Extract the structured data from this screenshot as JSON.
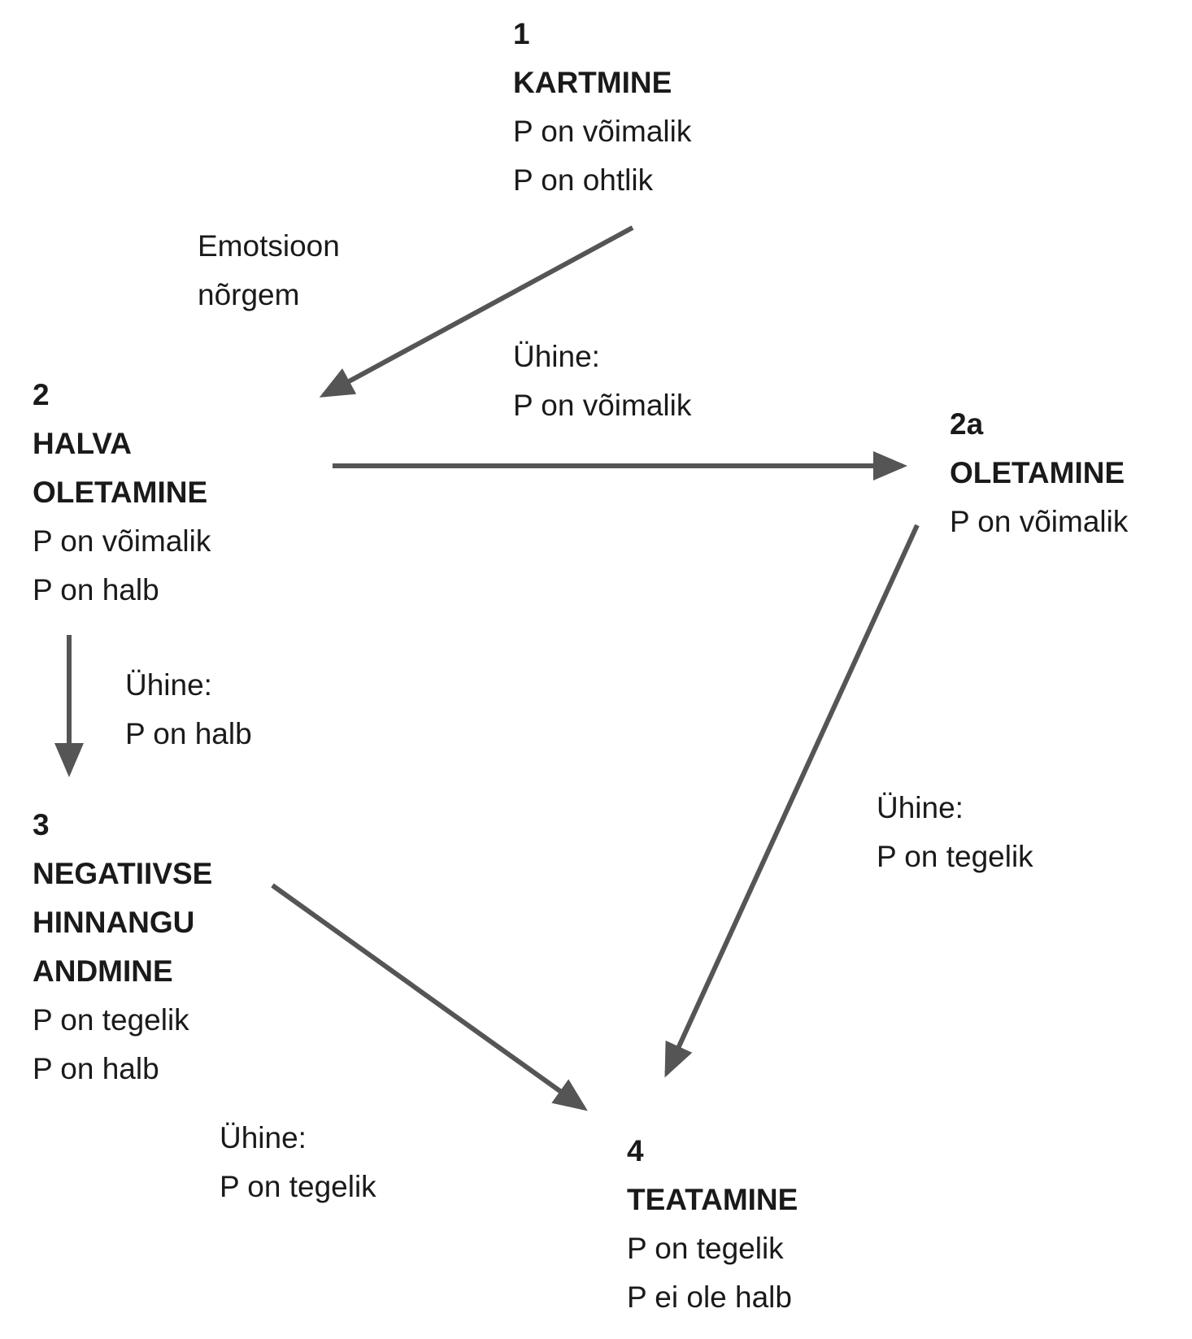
{
  "nodes": {
    "n1": {
      "number": "1",
      "title": [
        "KARTMINE"
      ],
      "lines": [
        "P on võimalik",
        "P on ohtlik"
      ]
    },
    "n2": {
      "number": "2",
      "title": [
        "HALVA",
        "OLETAMINE"
      ],
      "lines": [
        "P on võimalik",
        "P on halb"
      ]
    },
    "n2a": {
      "number": "2a",
      "title": [
        "OLETAMINE"
      ],
      "lines": [
        "P on võimalik"
      ]
    },
    "n3": {
      "number": "3",
      "title": [
        "NEGATIIVSE",
        "HINNANGU",
        "ANDMINE"
      ],
      "lines": [
        "P on tegelik",
        "P on halb"
      ]
    },
    "n4": {
      "number": "4",
      "title": [
        "TEATAMINE"
      ],
      "lines": [
        "P on tegelik",
        "P ei ole halb"
      ]
    }
  },
  "edge_labels": {
    "e1_2": [
      "Emotsioon",
      "nõrgem"
    ],
    "e2_2a": [
      "Ühine:",
      "P on võimalik"
    ],
    "e2_3": [
      "Ühine:",
      "P on halb"
    ],
    "e2a_4": [
      "Ühine:",
      "P on tegelik"
    ],
    "e3_4": [
      "Ühine:",
      "P on tegelik"
    ]
  },
  "colors": {
    "arrow": "#555555",
    "text": "#1a1a1a"
  }
}
